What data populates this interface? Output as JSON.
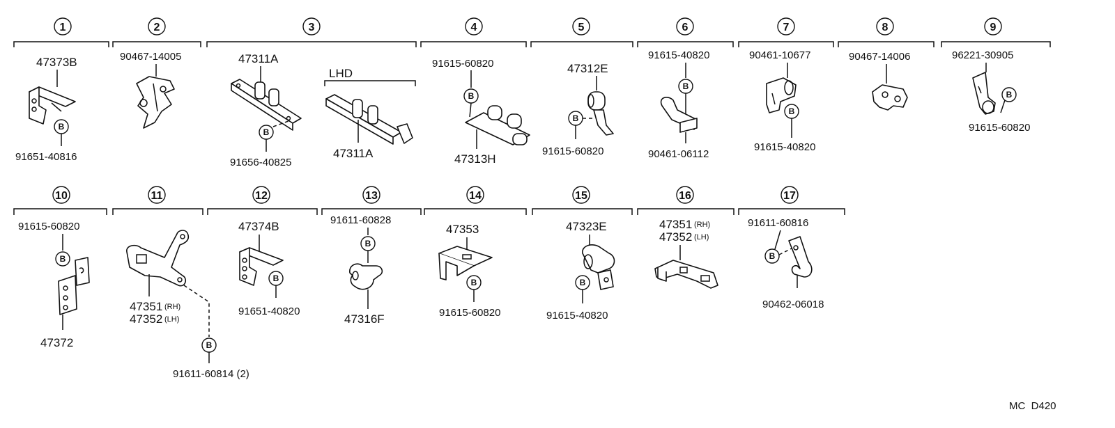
{
  "bolt_symbol": "B",
  "lhd_label": "LHD",
  "diagram_code": "MC  D420",
  "groups": {
    "g1": {
      "num": "1",
      "a": "47373B",
      "b": "91651-40816"
    },
    "g2": {
      "num": "2",
      "a": "90467-14005"
    },
    "g3": {
      "num": "3",
      "a": "47311A",
      "b": "91656-40825",
      "c": "47311A"
    },
    "g4": {
      "num": "4",
      "a": "91615-60820",
      "b": "47313H"
    },
    "g5": {
      "num": "5",
      "a": "47312E",
      "b": "91615-60820"
    },
    "g6": {
      "num": "6",
      "a": "91615-40820",
      "b": "90461-06112"
    },
    "g7": {
      "num": "7",
      "a": "90461-10677",
      "b": "91615-40820"
    },
    "g8": {
      "num": "8",
      "a": "90467-14006"
    },
    "g9": {
      "num": "9",
      "a": "96221-30905",
      "b": "91615-60820"
    },
    "g10": {
      "num": "10",
      "a": "91615-60820",
      "b": "47372"
    },
    "g11": {
      "num": "11",
      "a": "47351",
      "a_sfx": "(RH)",
      "b": "47352",
      "b_sfx": "(LH)",
      "c": "91611-60814 (2)"
    },
    "g12": {
      "num": "12",
      "a": "47374B",
      "b": "91651-40820"
    },
    "g13": {
      "num": "13",
      "a": "91611-60828",
      "b": "47316F"
    },
    "g14": {
      "num": "14",
      "a": "47353",
      "b": "91615-60820"
    },
    "g15": {
      "num": "15",
      "a": "47323E",
      "b": "91615-40820"
    },
    "g16": {
      "num": "16",
      "a": "47351",
      "a_sfx": "(RH)",
      "b": "47352",
      "b_sfx": "(LH)"
    },
    "g17": {
      "num": "17",
      "a": "91611-60816",
      "b": "90462-06018"
    }
  }
}
